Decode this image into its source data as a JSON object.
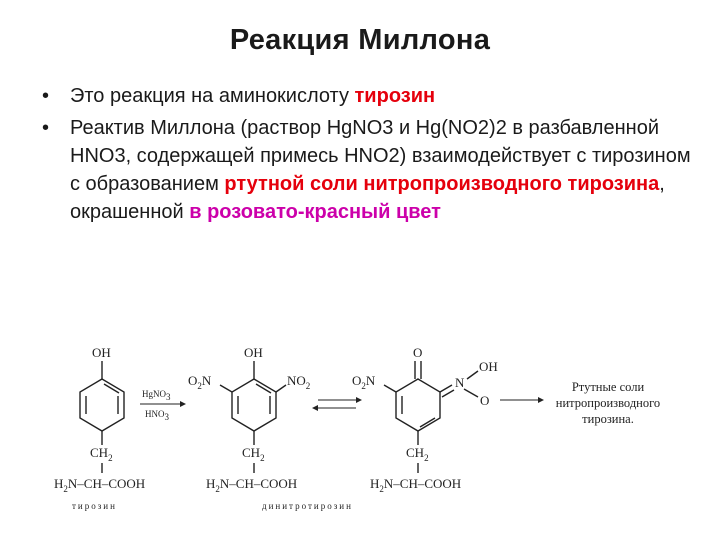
{
  "slide": {
    "title": "Реакция Миллона",
    "bullets": [
      {
        "pre": "Это реакция на аминокислоту ",
        "hl": "тирозин"
      },
      {
        "pre": "Реактив Миллона (раствор HgNO3 и Hg(NO2)2 в разбавленной HNO3, содержащей примесь HNO2) взаимодействует с тирозином с образованием ",
        "hl1": "ртутной соли нитропроизводного тирозина",
        "mid": ", окрашенной ",
        "hl2": "в розовато-красный цвет"
      }
    ]
  },
  "scheme": {
    "oh": "OH",
    "ch2": "CH",
    "ch2_sub": "2",
    "amino": "H",
    "amino_sub": "2",
    "amino_rest": "N–CH–COOH",
    "o2n": "O",
    "o2n_sub": "2",
    "o2n_n": "N",
    "no2_n": "NO",
    "no2_sub": "2",
    "ketone_o": "O",
    "n_atom": "N",
    "oh_right": "OH",
    "o_minus": "O",
    "reagent1": "HgNO",
    "reagent1_sub": "3",
    "reagent2": "HNO",
    "reagent2_sub": "3",
    "label_tyrosine": "тирозин",
    "label_dinitro": "динитротирозин",
    "product_line1": "Ртутные соли",
    "product_line2": "нитропроизводного",
    "product_line3": "тирозина."
  },
  "colors": {
    "highlight_red": "#e5000c",
    "highlight_magenta": "#cc00aa"
  }
}
